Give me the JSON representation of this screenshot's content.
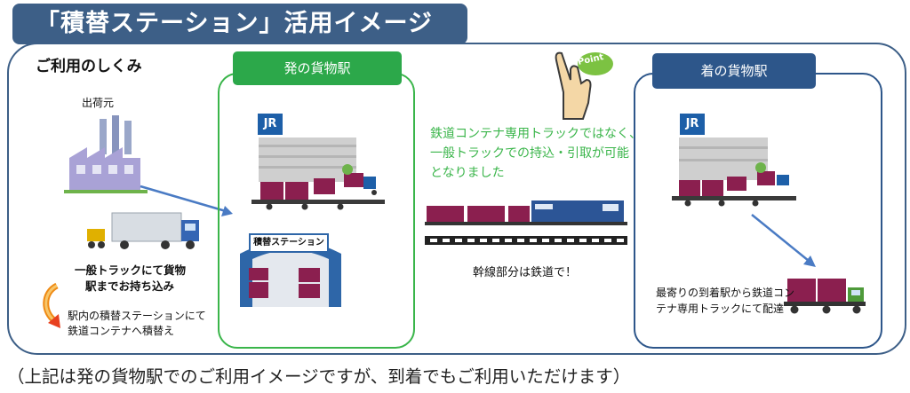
{
  "title": "「積替ステーション」活用イメージ",
  "section_label": "ご利用のしくみ",
  "shipper_label": "出荷元",
  "truck_caption_line1": "一般トラックにて貨物",
  "truck_caption_line2": "駅までお持ち込み",
  "transfer_caption_line1": "駅内の積替ステーションにて",
  "transfer_caption_line2": "鉄道コンテナへ積替え",
  "origin_station": "発の貨物駅",
  "station_sign": "積替ステーション",
  "jr_logo": "JR",
  "point_badge": "Point",
  "point_text_line1": "鉄道コンテナ専用トラックではなく、",
  "point_text_line2": "一般トラックでの持込・引取が可能",
  "point_text_line3": "となりました",
  "rail_caption": "幹線部分は鉄道で！",
  "dest_station": "着の貨物駅",
  "delivery_caption_line1": "最寄りの到着駅から鉄道コン",
  "delivery_caption_line2": "テナ専用トラックにて配達",
  "footer_note": "（上記は発の貨物駅でのご利用イメージですが、到着でもご利用いただけます）",
  "colors": {
    "navy": "#3d5f87",
    "green": "#3ab54a",
    "container": "#8b1f4f"
  }
}
